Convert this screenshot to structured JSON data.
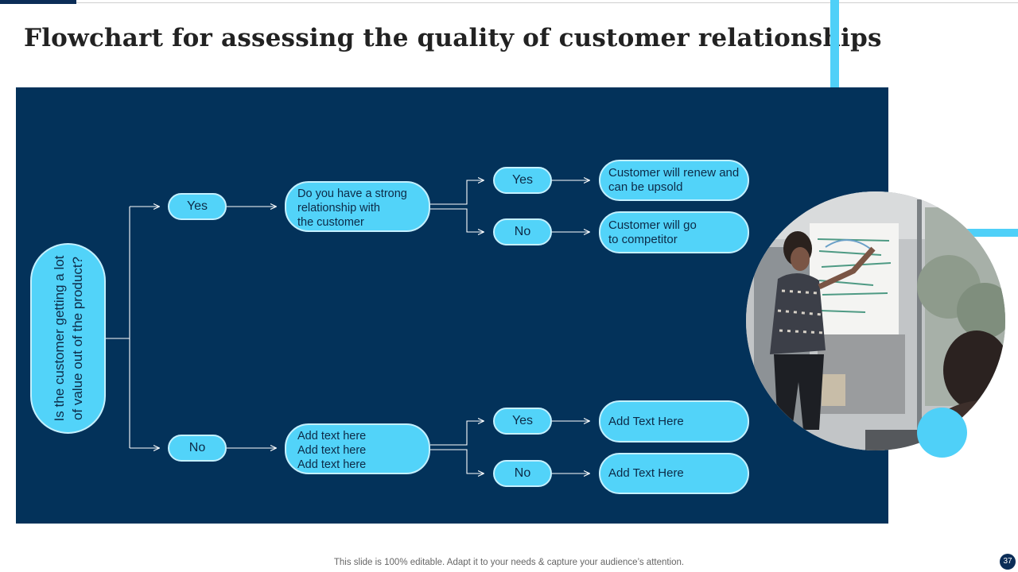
{
  "title": "Flowchart for assessing the quality of  customer relationships",
  "flowchart": {
    "root": "Is the customer getting a lot of value out of the product?",
    "branches": [
      {
        "answer": "Yes",
        "question": [
          "Do you have a strong",
          "relationship with",
          "the customer"
        ],
        "outcomes": [
          {
            "answer": "Yes",
            "result": [
              "Customer will renew and",
              "can be upsold"
            ]
          },
          {
            "answer": "No",
            "result": [
              "Customer will go",
              "to competitor"
            ]
          }
        ]
      },
      {
        "answer": "No",
        "question": [
          "Add text here",
          "Add text here",
          "Add text here"
        ],
        "outcomes": [
          {
            "answer": "Yes",
            "result": [
              "Add Text Here"
            ]
          },
          {
            "answer": "No",
            "result": [
              "Add Text Here"
            ]
          }
        ]
      }
    ]
  },
  "footer": "This slide is 100% editable. Adapt it to your needs & capture your audience’s attention.",
  "page_number": "37",
  "colors": {
    "panel": "#03325a",
    "accent": "#4fd0f8",
    "node_fill": "#52d3f9",
    "connector": "#ffffff"
  }
}
